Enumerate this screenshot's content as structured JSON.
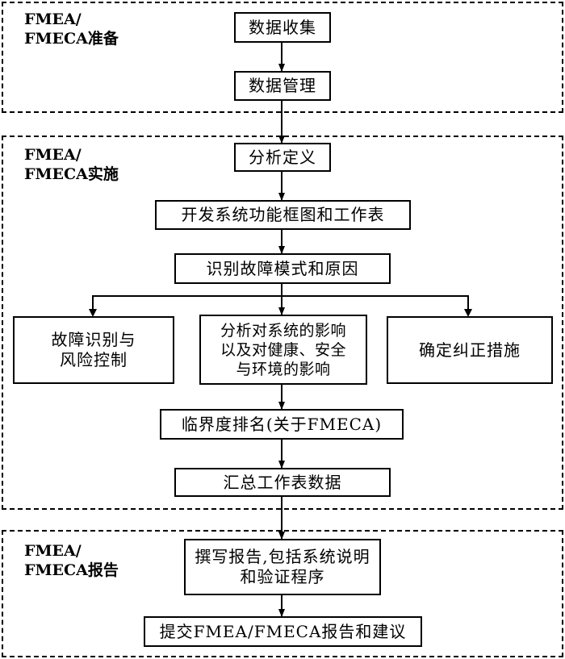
{
  "groups": {
    "prepare": {
      "label": "FMEA/\nFMECA准备"
    },
    "implement": {
      "label": "FMEA/\nFMECA实施"
    },
    "report": {
      "label": "FMEA/\nFMECA报告"
    }
  },
  "steps": {
    "data_collect": "数据收集",
    "data_manage": "数据管理",
    "analysis_def": "分析定义",
    "block_diagram": "开发系统功能框图和工作表",
    "identify_modes": "识别故障模式和原因",
    "fault_control": "故障识别与\n风险控制",
    "effects": "分析对系统的影响\n以及对健康、安全\n与环境的影响",
    "corrective": "确定纠正措施",
    "criticality": "临界度排名(关于FMECA)",
    "summary": "汇总工作表数据",
    "write_report": "撰写报告,包括系统说明\n和验证程序",
    "submit": "提交FMEA/FMECA报告和建议"
  }
}
